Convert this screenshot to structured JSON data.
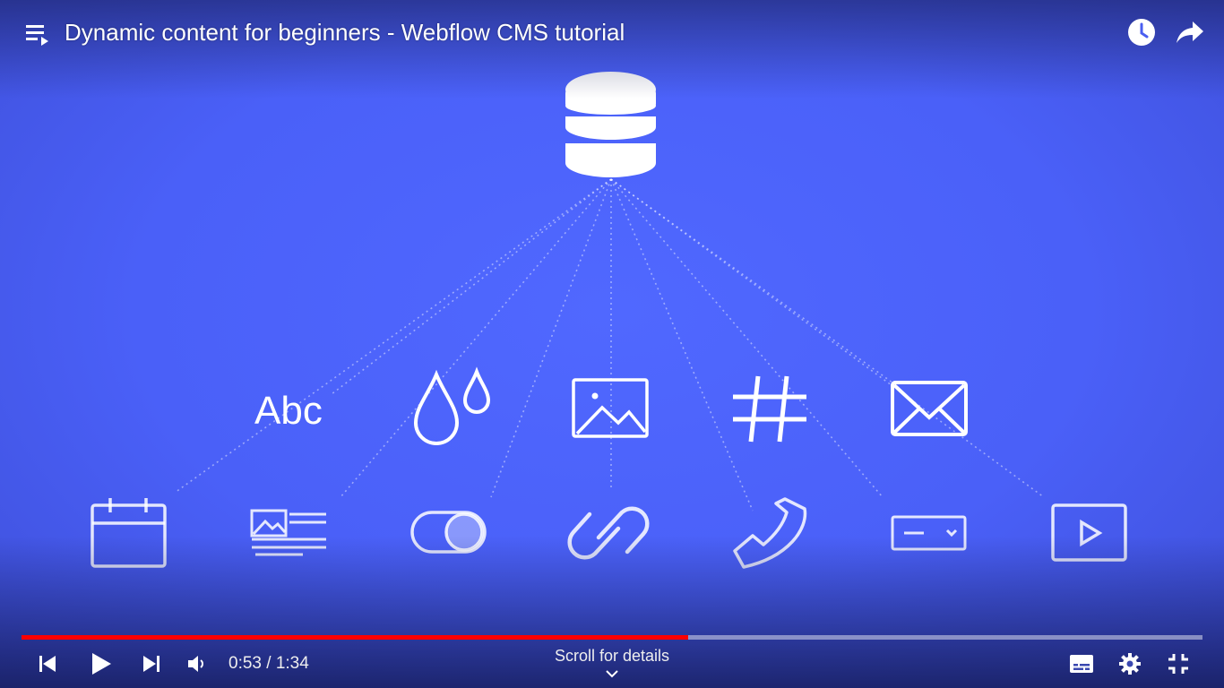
{
  "video": {
    "title": "Dynamic content for beginners - Webflow CMS tutorial"
  },
  "top_bar": {
    "playlist_icon": "playlist-icon",
    "watch_later_icon": "clock-icon",
    "share_icon": "share-arrow-icon"
  },
  "frame": {
    "root_icon": "database-icon",
    "row1": [
      {
        "icon": "text-abc-icon",
        "text": "Abc"
      },
      {
        "icon": "color-drops-icon"
      },
      {
        "icon": "image-icon"
      },
      {
        "icon": "hashtag-number-icon"
      },
      {
        "icon": "email-envelope-icon"
      }
    ],
    "row2": [
      {
        "icon": "calendar-date-icon"
      },
      {
        "icon": "rich-text-icon"
      },
      {
        "icon": "toggle-switch-icon"
      },
      {
        "icon": "link-icon"
      },
      {
        "icon": "phone-icon"
      },
      {
        "icon": "dropdown-option-icon"
      },
      {
        "icon": "video-play-icon"
      }
    ]
  },
  "progress": {
    "played_fraction": 0.5645,
    "played_color": "#ff0000"
  },
  "controls": {
    "time": "0:53 / 1:34",
    "scroll_hint": "Scroll for details",
    "previous_icon": "skip-previous-icon",
    "play_icon": "play-icon",
    "next_icon": "skip-next-icon",
    "volume_icon": "volume-icon",
    "subtitles_icon": "subtitles-icon",
    "settings_icon": "gear-icon",
    "exit_fullscreen_icon": "exit-fullscreen-icon",
    "chevron_icon": "chevron-down-icon"
  },
  "colors": {
    "background": "#4a60f8",
    "progress_played": "#ff0000"
  }
}
